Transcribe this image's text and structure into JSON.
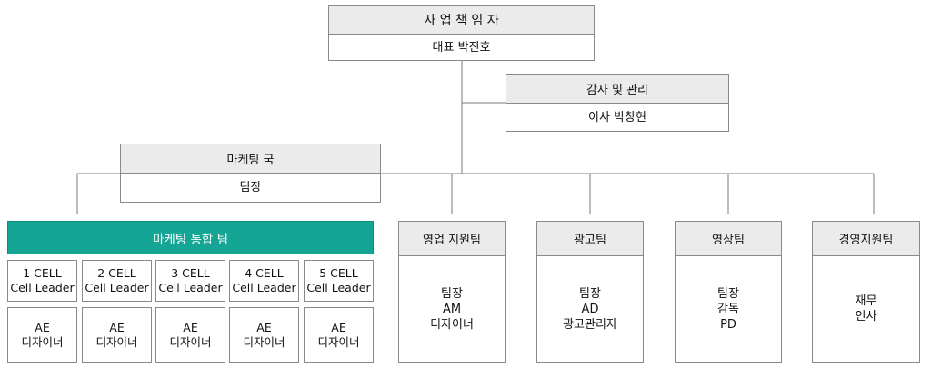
{
  "ceo": {
    "title": "사 업 책 임 자",
    "name": "대표   박진호"
  },
  "audit": {
    "title": "감사 및 관리",
    "name": "이사 박창현"
  },
  "marketing_dept": {
    "title": "마케팅 국",
    "lead": "팀장"
  },
  "integrated_team": {
    "title": "마케팅 통합 팀",
    "cells": [
      {
        "name": "1 CELL",
        "role": "Cell Leader",
        "members": [
          "AE",
          "디자이너"
        ]
      },
      {
        "name": "2 CELL",
        "role": "Cell Leader",
        "members": [
          "AE",
          "디자이너"
        ]
      },
      {
        "name": "3 CELL",
        "role": "Cell Leader",
        "members": [
          "AE",
          "디자이너"
        ]
      },
      {
        "name": "4 CELL",
        "role": "Cell Leader",
        "members": [
          "AE",
          "디자이너"
        ]
      },
      {
        "name": "5 CELL",
        "role": "Cell Leader",
        "members": [
          "AE",
          "디자이너"
        ]
      }
    ]
  },
  "teams": [
    {
      "title": "영업 지원팀",
      "roles": [
        "팀장",
        "AM",
        "디자이너"
      ]
    },
    {
      "title": "광고팀",
      "roles": [
        "팀장",
        "AD",
        "광고관리자"
      ]
    },
    {
      "title": "영상팀",
      "roles": [
        "팀장",
        "감독",
        "PD"
      ]
    },
    {
      "title": "경영지원팀",
      "roles": [
        "재무",
        "인사"
      ]
    }
  ],
  "colors": {
    "header_fill": "#ebebeb",
    "border": "#8a8a8a",
    "accent": "#15a595",
    "connector": "#7a7a7a"
  }
}
